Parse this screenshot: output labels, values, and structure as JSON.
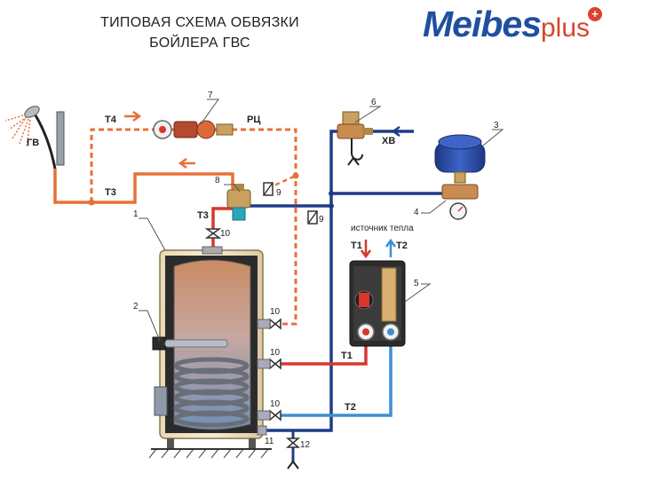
{
  "title": {
    "line1": "ТИПОВАЯ СХЕМА ОБВЯЗКИ",
    "line2": "БОЙЛЕРА ГВС"
  },
  "logo": {
    "brand": "Meibes",
    "suffix": "plus",
    "mark": "+"
  },
  "labels": {
    "gv": "ГВ",
    "t4": "Т4",
    "t3_top": "Т3",
    "t3_mid": "Т3",
    "rc": "РЦ",
    "hv": "ХВ",
    "source": "источник тепла",
    "t1_src": "Т1",
    "t2_src": "Т2",
    "t1_line": "Т1",
    "t2_line": "Т2"
  },
  "numbers": {
    "n1": "1",
    "n2": "2",
    "n3": "3",
    "n4": "4",
    "n5": "5",
    "n6": "6",
    "n7": "7",
    "n8": "8",
    "n9a": "9",
    "n9b": "9",
    "n10a": "10",
    "n10b": "10",
    "n10c": "10",
    "n10d": "10",
    "n11": "11",
    "n12": "12"
  },
  "colors": {
    "hot": "#e8703a",
    "cold": "#1f3c88",
    "supply": "#d9362b",
    "return": "#3d8fd1",
    "tank_top": "#c98b63",
    "tank_bottom": "#6f8fb5",
    "expansion": "#2f4fa8"
  }
}
